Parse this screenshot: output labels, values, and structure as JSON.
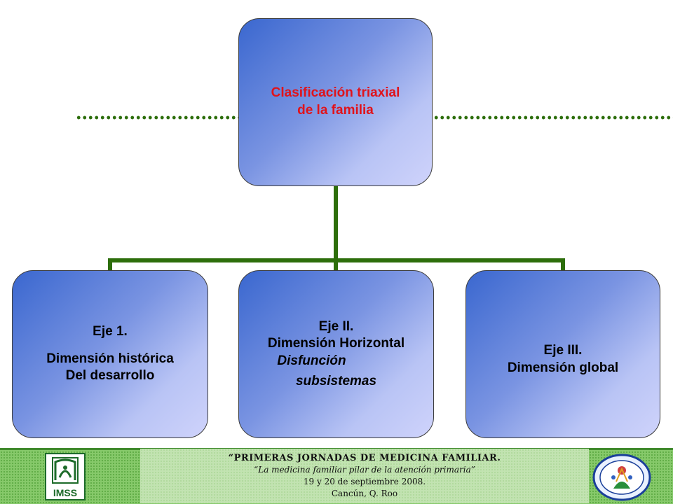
{
  "diagram": {
    "root": {
      "line1": "Clasificación  triaxial",
      "line2": "de la familia"
    },
    "children": [
      {
        "line1": "Eje 1.",
        "line2": "Dimensión histórica",
        "line3": "Del desarrollo"
      },
      {
        "line1": "Eje II.",
        "line2": "Dimensión Horizontal",
        "line3": "Disfunción",
        "line4": "subsistemas"
      },
      {
        "line1": "Eje III.",
        "line2": "Dimensión global"
      }
    ]
  },
  "footer": {
    "line1": "“PRIMERAS JORNADAS DE  MEDICINA FAMILIAR.",
    "line2": "“La medicina familiar pilar de la atención primaria”",
    "line3": "19 y 20 de septiembre 2008.",
    "line4": "Cancún, Q. Roo",
    "logo_left_text": "IMSS"
  },
  "colors": {
    "connector": "#2d6e0b",
    "root_text": "#e0131b",
    "node_gradient_start": "#3a67cf",
    "node_gradient_end": "#cfd3fb",
    "footer_green": "#86c96a"
  }
}
